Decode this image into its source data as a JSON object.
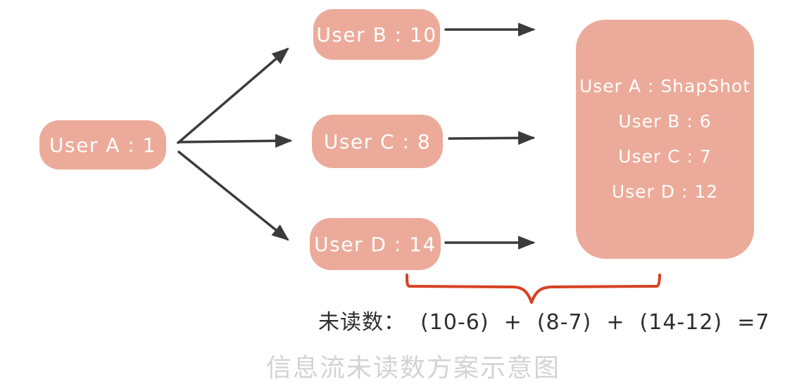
{
  "diagram": {
    "nodes": {
      "user_a": {
        "label": "User A : 1"
      },
      "user_b": {
        "label": "User B : 10"
      },
      "user_c": {
        "label": "User C : 8"
      },
      "user_d": {
        "label": "User D : 14"
      },
      "snapshot": {
        "lines": [
          "User A : ShapShot",
          "User B : 6",
          "User C : 7",
          "User D : 12"
        ]
      }
    },
    "edges": [
      "user_a -> user_b",
      "user_a -> user_c",
      "user_a -> user_d",
      "user_b -> snapshot",
      "user_c -> snapshot",
      "user_d -> snapshot"
    ],
    "formula": {
      "text": "未读数：  (10-6)  +  (8-7)  +  (14-12)  =7"
    },
    "caption": {
      "text": "信息流未读数方案示意图"
    },
    "colors": {
      "node_fill": "#ecab9a",
      "node_text": "#ffffff",
      "arrow": "#3b3b3b",
      "brace": "#d64121",
      "formula_text": "#2e2e2e",
      "caption_text": "#d3d3d3"
    }
  }
}
